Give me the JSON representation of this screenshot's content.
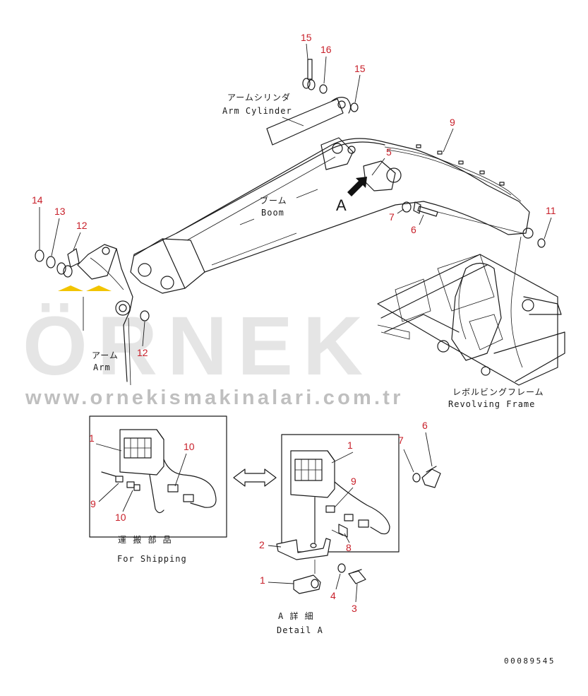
{
  "labels": {
    "arm_cylinder_jp": "アームシリンダ",
    "arm_cylinder_en": "Arm Cylinder",
    "boom_jp": "ブーム",
    "boom_en": "Boom",
    "arm_jp": "アーム",
    "arm_en": "Arm",
    "revolving_frame_jp": "レボルビングフレーム",
    "revolving_frame_en": "Revolving Frame",
    "for_shipping_jp": "運 搬 部 品",
    "for_shipping_en": "For Shipping",
    "detail_a_jp": "A 詳 細",
    "detail_a_en": "Detail A",
    "view_marker": "A"
  },
  "watermark": {
    "brand": "ÖRNEK",
    "url": "www.ornekismakinalari.com.tr",
    "accent_color": "#f2c400"
  },
  "drawing_code": "00089545",
  "callouts": [
    {
      "id": "c15a",
      "text": "15"
    },
    {
      "id": "c16",
      "text": "16"
    },
    {
      "id": "c15b",
      "text": "15"
    },
    {
      "id": "c9a",
      "text": "9"
    },
    {
      "id": "c5",
      "text": "5"
    },
    {
      "id": "c7a",
      "text": "7"
    },
    {
      "id": "c6a",
      "text": "6"
    },
    {
      "id": "c11",
      "text": "11"
    },
    {
      "id": "c14",
      "text": "14"
    },
    {
      "id": "c13",
      "text": "13"
    },
    {
      "id": "c12a",
      "text": "12"
    },
    {
      "id": "c12b",
      "text": "12"
    },
    {
      "id": "c1a",
      "text": "1"
    },
    {
      "id": "c10a",
      "text": "10"
    },
    {
      "id": "c9b",
      "text": "9"
    },
    {
      "id": "c10b",
      "text": "10"
    },
    {
      "id": "c1b",
      "text": "1"
    },
    {
      "id": "c9c",
      "text": "9"
    },
    {
      "id": "c7b",
      "text": "7"
    },
    {
      "id": "c6b",
      "text": "6"
    },
    {
      "id": "c8",
      "text": "8"
    },
    {
      "id": "c2",
      "text": "2"
    },
    {
      "id": "c1c",
      "text": "1"
    },
    {
      "id": "c4",
      "text": "4"
    },
    {
      "id": "c3",
      "text": "3"
    }
  ],
  "colors": {
    "line": "#1a1a1a",
    "callout": "#c8202a",
    "watermark": "#8a8a8a"
  }
}
